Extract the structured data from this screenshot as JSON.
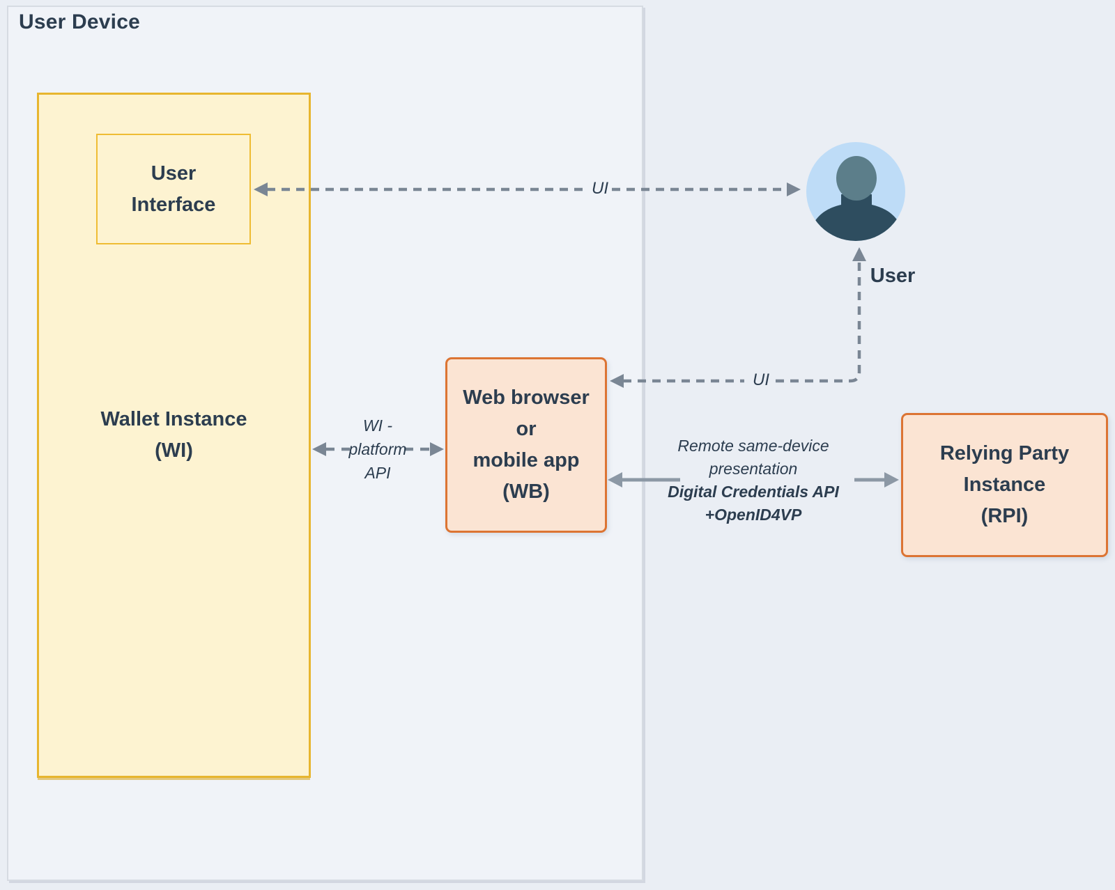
{
  "diagram": {
    "user_device": {
      "title": "User Device"
    },
    "wallet_instance": {
      "lines": [
        "Wallet Instance",
        "(WI)"
      ]
    },
    "user_interface": {
      "lines": [
        "User",
        "Interface"
      ]
    },
    "web_browser": {
      "lines": [
        "Web browser",
        "or",
        "mobile app",
        "(WB)"
      ]
    },
    "relying_party": {
      "lines": [
        "Relying Party",
        "Instance",
        "(RPI)"
      ]
    },
    "user": {
      "label": "User",
      "icon": "user-avatar-icon"
    },
    "edges": {
      "ui_user_to_interface": {
        "label": "UI",
        "style": "dashed-double-arrow"
      },
      "ui_user_to_browser": {
        "label": "UI",
        "style": "dashed-double-arrow"
      },
      "wi_platform_api": {
        "lines": [
          "WI -",
          "platform",
          "API"
        ],
        "style": "dashed-double-arrow"
      },
      "remote_presentation": {
        "lines": [
          "Remote same-device",
          "presentation",
          "Digital Credentials API",
          "+OpenID4VP"
        ],
        "style": "solid-double-arrow"
      }
    },
    "colors": {
      "canvas_bg": "#eaeef4",
      "device_fill": "#f0f3f8",
      "device_border": "#d6dbe2",
      "wallet_fill": "#fdf3d1",
      "wallet_border": "#e7b52f",
      "app_fill": "#fbe4d3",
      "app_border": "#dc7433",
      "dashed_arrow": "#7a8694",
      "solid_arrow": "#8c98a5",
      "text": "#2c3d4f",
      "avatar_bg": "#bedcf7",
      "avatar_head": "#5c7e8a",
      "avatar_body": "#2e4d5f"
    }
  }
}
